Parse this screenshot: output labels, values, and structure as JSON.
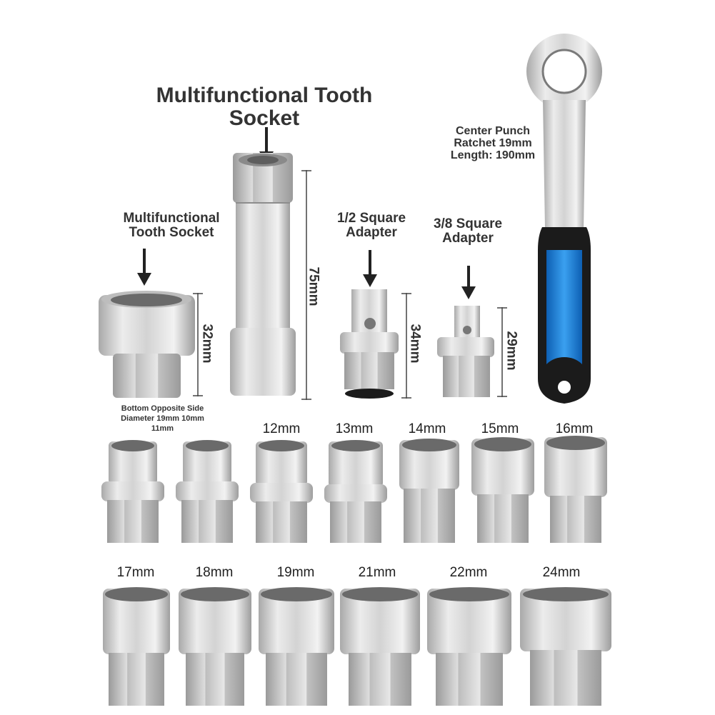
{
  "labels": {
    "long_socket_title": "Multifunctional Tooth Socket",
    "small_socket_title": "Multifunctional Tooth Socket",
    "half_inch_adapter": "1/2 Square Adapter",
    "three_eighth_adapter": "3/8 Square Adapter",
    "ratchet_line1": "Center Punch",
    "ratchet_line2": "Ratchet 19mm",
    "ratchet_line3": "Length: 190mm",
    "bottom_note_line1": "Bottom Opposite Side",
    "bottom_note_line2": "Diameter 19mm 10mm",
    "bottom_note_line3": "11mm"
  },
  "dimensions": {
    "small_socket_height": "32mm",
    "long_socket_height": "75mm",
    "half_adapter_height": "34mm",
    "three_eighth_adapter_height": "29mm"
  },
  "row1_sizes": [
    "12mm",
    "13mm",
    "14mm",
    "15mm",
    "16mm"
  ],
  "row2_sizes": [
    "17mm",
    "18mm",
    "19mm",
    "21mm",
    "22mm",
    "24mm"
  ],
  "colors": {
    "handle_blue": "#1f7fd6",
    "handle_black": "#1b1b1b",
    "steel_light": "#e6e6e6",
    "steel_dark": "#9a9a9a"
  }
}
